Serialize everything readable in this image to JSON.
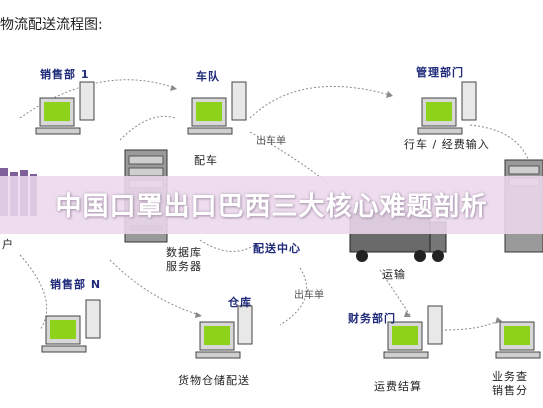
{
  "title": "物流配送流程图:",
  "nodes": {
    "sales1": "销售部 1",
    "fleet": "车队",
    "management": "管理部门",
    "dispatch_car": "配车",
    "trip_input": "行车 / 经费输入",
    "db_server_line1": "数据库",
    "db_server_line2": "服务器",
    "dispatch_center": "配送中心",
    "transport": "运输",
    "customer": "户",
    "salesN": "销售部 N",
    "warehouse": "仓库",
    "storage_delivery": "货物仓储配送",
    "finance": "财务部门",
    "fee_settlement": "运费结算",
    "business_line1": "业务查",
    "business_line2": "销售分"
  },
  "edges": {
    "out_order_top": "出车单",
    "out_order_bottom": "出车单"
  },
  "banner": "中国口罩出口巴西三大核心难题剖析",
  "colors": {
    "screen": "#8fd21a",
    "label_blue": "#1f2a7a",
    "banner_bg": "#ecd8ec"
  }
}
